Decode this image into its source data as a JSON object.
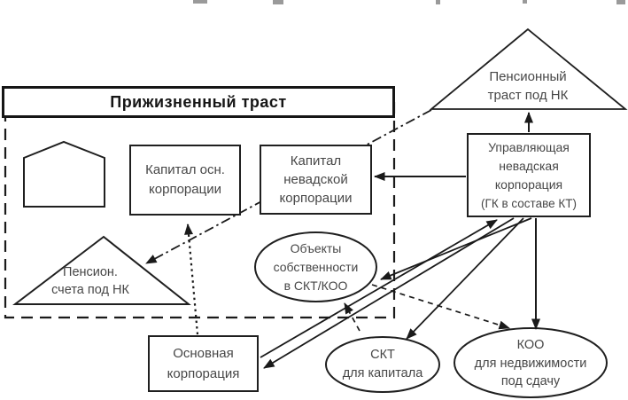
{
  "diagram": {
    "nodes": {
      "living_trust_header": {
        "label": "Прижизненный траст"
      },
      "capital_main": {
        "line1": "Капитал осн.",
        "line2": "корпорации"
      },
      "capital_nevada": {
        "line1": "Капитал",
        "line2": "невадской",
        "line3": "корпорации"
      },
      "pension_accounts": {
        "line1": "Пенсион.",
        "line2": "счета под НК"
      },
      "pension_trust": {
        "line1": "Пенсионный",
        "line2": "траст под НК"
      },
      "managing_corp": {
        "line1": "Управляющая",
        "line2": "невадская",
        "line3": "корпорация",
        "line4": "(ГК в составе КТ)"
      },
      "property_objects": {
        "line1": "Объекты",
        "line2": "собственности",
        "line3": "в СКТ/КОО"
      },
      "main_corp": {
        "line1": "Основная",
        "line2": "корпорация"
      },
      "skt": {
        "line1": "СКТ",
        "line2": "для капитала"
      },
      "koo": {
        "line1": "КОО",
        "line2": "для недвижимости",
        "line3": "под сдачу"
      }
    },
    "edges": [
      {
        "from": "managing_corp",
        "to": "pension_trust",
        "style": "solid"
      },
      {
        "from": "managing_corp",
        "to": "capital_nevada",
        "style": "solid"
      },
      {
        "from": "managing_corp",
        "to": "koo",
        "style": "solid"
      },
      {
        "from": "managing_corp",
        "to": "skt",
        "style": "solid"
      },
      {
        "from": "managing_corp",
        "to": "property_objects",
        "style": "solid"
      },
      {
        "from": "main_corp",
        "to": "managing_corp",
        "style": "solid"
      },
      {
        "from": "managing_corp",
        "to": "main_corp",
        "style": "solid"
      },
      {
        "from": "main_corp",
        "to": "capital_main",
        "style": "dotted"
      },
      {
        "from": "pension_trust",
        "to": "pension_accounts",
        "style": "dash-dot"
      },
      {
        "from": "property_objects",
        "to": "koo",
        "style": "dashed"
      },
      {
        "from": "skt",
        "to": "property_objects",
        "style": "dashed"
      }
    ],
    "colors": {
      "line": "#1a1a1a",
      "text": "#474747",
      "background": "#ffffff"
    }
  }
}
